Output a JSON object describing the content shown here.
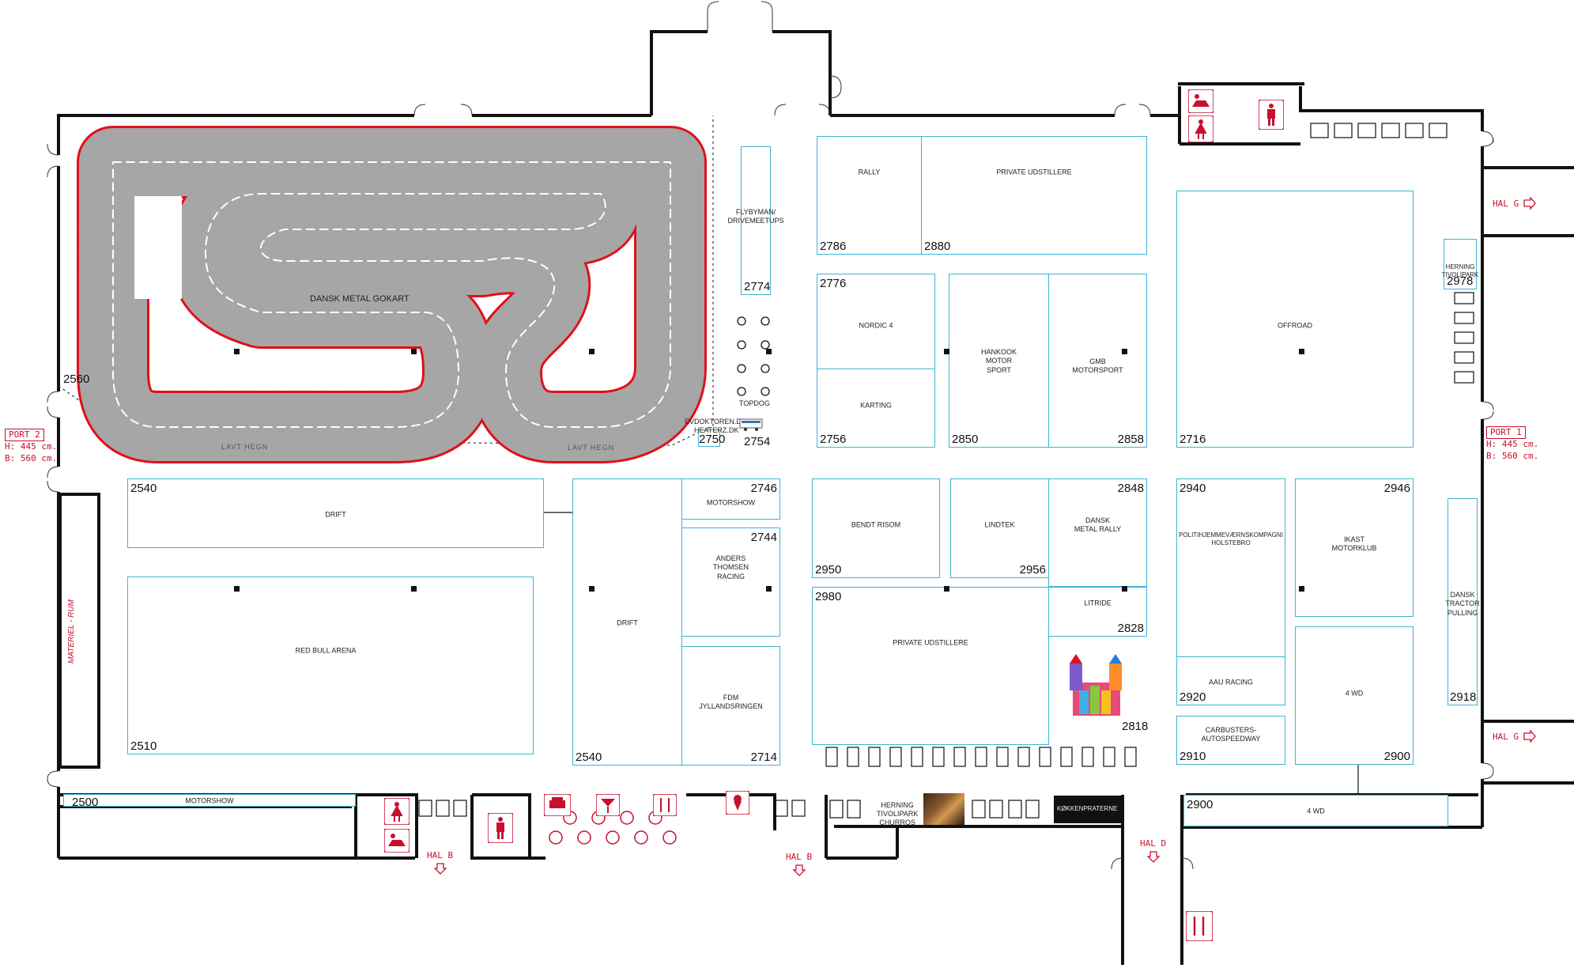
{
  "colors": {
    "wall": "#111111",
    "booth_border": "#3fb3d6",
    "accent_red": "#c8102e",
    "track_gray": "#a6a6a6",
    "track_edge": "#e0101a"
  },
  "track": {
    "name": "DANSK METAL GOKART",
    "low_fence_label": "LAVT HEGN"
  },
  "ports": {
    "left": {
      "title": "PORT 2",
      "h": "H: 445 cm.",
      "b": "B: 560 cm."
    },
    "right": {
      "title": "PORT 1",
      "h": "H: 445 cm.",
      "b": "B: 560 cm."
    }
  },
  "halls": {
    "hal_g": "HAL G",
    "hal_b": "HAL B",
    "hal_d": "HAL D"
  },
  "side_room": "MATERIEL - RUM",
  "labels": {
    "n2560": "2560",
    "topdog": "TOPDOG",
    "evdoktoren": "EVDOKTOREN.DK/\nHEATERZ.DK",
    "kitchen": "KØKKENPRATERNE"
  },
  "booths": [
    {
      "id": "rally",
      "number": "2786",
      "name": "RALLY"
    },
    {
      "id": "private-top",
      "number": "2880",
      "name": "PRIVATE UDSTILLERE"
    },
    {
      "id": "flybyman",
      "number": "2774",
      "name": "FLYBYMAN/\nDRIVEMEETUPS"
    },
    {
      "id": "nordic",
      "number": "2776",
      "name": "NORDIC 4"
    },
    {
      "id": "karting",
      "number": "2756",
      "name": "KARTING"
    },
    {
      "id": "hankook",
      "number": "2850",
      "name": "HANKOOK\nMOTOR SPORT"
    },
    {
      "id": "gmb",
      "number": "2858",
      "name": "GMB MOTORSPORT"
    },
    {
      "id": "offroad",
      "number": "2716",
      "name": "OFFROAD"
    },
    {
      "id": "herning-tivolipark",
      "number": "2978",
      "name": "HERNING\nTIVOLIPARK"
    },
    {
      "id": "evdoktoren",
      "number": "2750",
      "name": ""
    },
    {
      "id": "topdog",
      "number": "2754",
      "name": ""
    },
    {
      "id": "drift-1",
      "number": "2540",
      "name": "DRIFT"
    },
    {
      "id": "red-bull",
      "number": "2510",
      "name": ""
    },
    {
      "id": "drift-2",
      "number": "2540",
      "name": "DRIFT"
    },
    {
      "id": "motorshow-1",
      "number": "2746",
      "name": "MOTORSHOW"
    },
    {
      "id": "anders",
      "number": "2744",
      "name": "ANDERS THOMSEN\nRACING"
    },
    {
      "id": "fdm",
      "number": "2714",
      "name": "FDM JYLLANDSRINGEN"
    },
    {
      "id": "bendt",
      "number": "2950",
      "name": "BENDT RISOM"
    },
    {
      "id": "lindtek",
      "number": "2956",
      "name": "LINDTEK"
    },
    {
      "id": "dansk-metal-rally",
      "number": "2848",
      "name": "DANSK METAL RALLY"
    },
    {
      "id": "private-bottom",
      "number": "2980",
      "name": "PRIVATE UDSTILLERE"
    },
    {
      "id": "litride",
      "number": "2828",
      "name": "LITRIDE"
    },
    {
      "id": "bouncy",
      "number": "2818",
      "name": ""
    },
    {
      "id": "politi",
      "number": "2940",
      "name": "POLITIHJEMMEVÆRNSKOMPAGNI\nHOLSTEBRO"
    },
    {
      "id": "aau",
      "number": "2920",
      "name": "AAU RACING"
    },
    {
      "id": "carbusters",
      "number": "2910",
      "name": "CARBUSTERS-\nAUTOSPEEDWAY"
    },
    {
      "id": "ikast",
      "number": "2946",
      "name": "IKAST MOTORKLUB"
    },
    {
      "id": "4wd",
      "number": "2900",
      "name": "4 WD"
    },
    {
      "id": "tractor",
      "number": "2918",
      "name": "DANSK\nTRACTOR\nPULLING"
    },
    {
      "id": "motorshow-2",
      "number": "2500",
      "name": "MOTORSHOW"
    },
    {
      "id": "4wd-bottom",
      "number": "2900",
      "name": "4 WD"
    }
  ],
  "red_bull_arena": "RED BULL ARENA",
  "churros": "HERNING\nTIVOLIPARK\nCHURROS",
  "icons": [
    "bumper-car-icon",
    "female-toilet-icon",
    "toilet-icon",
    "bar-icon",
    "cocktail-icon",
    "restaurant-icon",
    "ice-cream-icon",
    "bouncy-castle-icon",
    "food-truck-icon",
    "door-icon",
    "arrow-icon"
  ]
}
